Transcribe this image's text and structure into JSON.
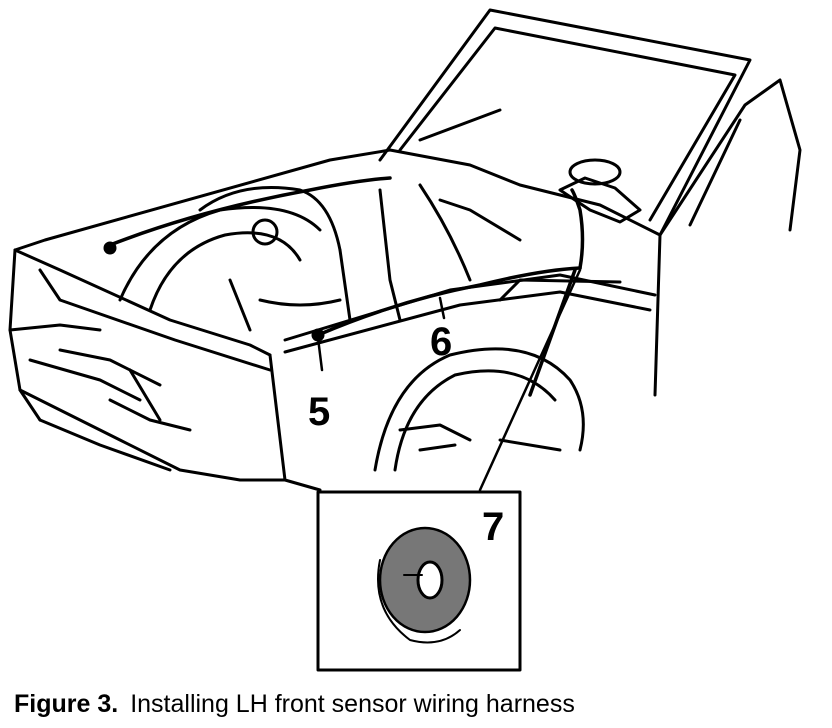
{
  "figure": {
    "callouts": {
      "c5": "5",
      "c6": "6",
      "c7": "7"
    }
  },
  "caption": {
    "label": "Figure 3.",
    "text": "Installing LH front sensor wiring harness"
  }
}
